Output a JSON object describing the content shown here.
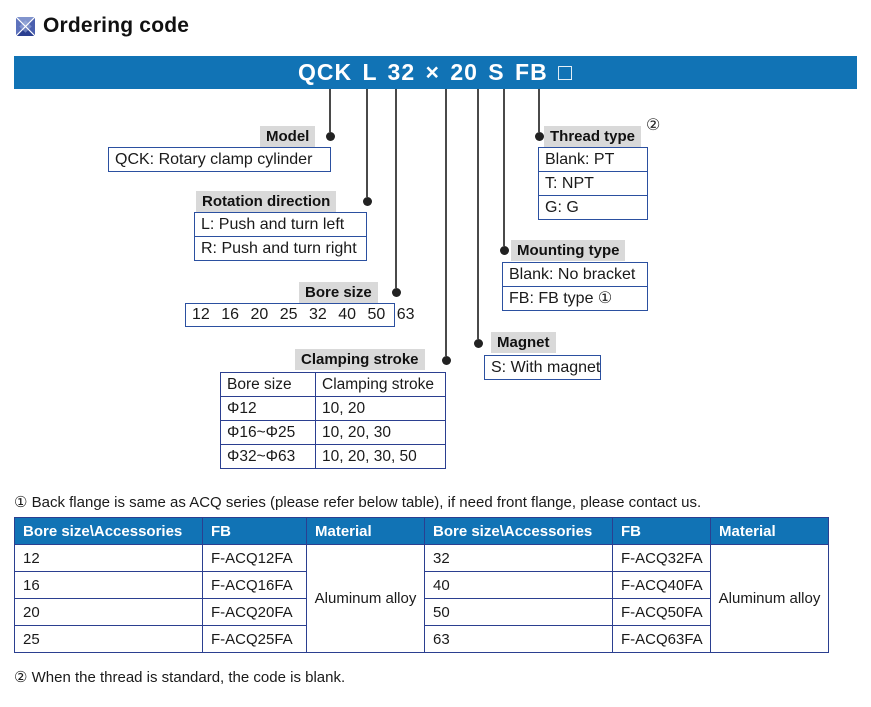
{
  "title": {
    "text": "Ordering code",
    "icon": "blue-gem-square"
  },
  "code_bar": {
    "code": "QCK L 32 × 20 S FB □"
  },
  "diagram": {
    "model": {
      "label": "Model",
      "rows": [
        "QCK: Rotary clamp cylinder"
      ]
    },
    "rotation": {
      "label": "Rotation direction",
      "rows": [
        "L: Push and turn left",
        "R: Push and turn right"
      ]
    },
    "bore": {
      "label": "Bore size",
      "rows": [
        "12 16 20 25 32 40 50 63"
      ]
    },
    "clamping": {
      "label": "Clamping stroke",
      "table": {
        "headers": [
          "Bore size",
          "Clamping stroke"
        ],
        "rows": [
          [
            "Φ12",
            "10, 20"
          ],
          [
            "Φ16~Φ25",
            "10, 20, 30"
          ],
          [
            "Φ32~Φ63",
            "10, 20, 30, 50"
          ]
        ]
      }
    },
    "magnet": {
      "label": "Magnet",
      "rows": [
        "S: With magnet"
      ]
    },
    "mounting": {
      "label": "Mounting type",
      "rows": [
        "Blank: No bracket",
        "FB: FB type ①"
      ]
    },
    "thread": {
      "label": "Thread type",
      "superscript": "②",
      "rows": [
        "Blank: PT",
        "T: NPT",
        "G: G"
      ]
    }
  },
  "note1": "① Back flange is same as ACQ series (please refer below table),  if need front flange, please contact us.",
  "accessories_table": {
    "headers": [
      "Bore size\\Accessories",
      "FB",
      "Material",
      "Bore size\\Accessories",
      "FB",
      "Material"
    ],
    "left_rows": [
      [
        "12",
        "F-ACQ12FA"
      ],
      [
        "16",
        "F-ACQ16FA"
      ],
      [
        "20",
        "F-ACQ20FA"
      ],
      [
        "25",
        "F-ACQ25FA"
      ]
    ],
    "left_material": "Aluminum alloy",
    "right_rows": [
      [
        "32",
        "F-ACQ32FA"
      ],
      [
        "40",
        "F-ACQ40FA"
      ],
      [
        "50",
        "F-ACQ50FA"
      ],
      [
        "63",
        "F-ACQ63FA"
      ]
    ],
    "right_material": "Aluminum alloy"
  },
  "note2": "② When the thread is standard, the code is blank.",
  "colors": {
    "bar_blue": "#1173b5",
    "box_border_blue": "#2b50a0",
    "table_border_navy": "#2b3f90",
    "label_gray": "#d9d9d9"
  }
}
